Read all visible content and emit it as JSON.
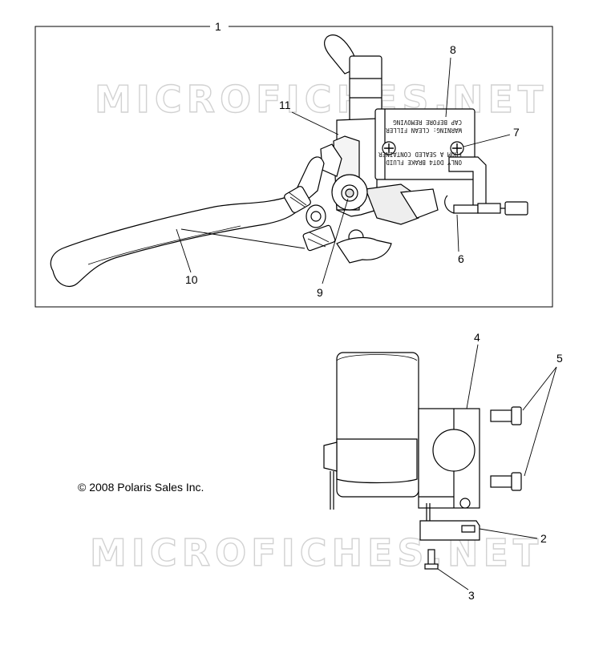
{
  "diagram": {
    "watermark": "MICROFICHES.NET",
    "copyright": "© 2008 Polaris Sales Inc.",
    "callouts": {
      "c1": "1",
      "c2": "2",
      "c3": "3",
      "c4": "4",
      "c5": "5",
      "c6": "6",
      "c7": "7",
      "c8": "8",
      "c9": "9",
      "c10": "10",
      "c11": "11"
    },
    "reservoir_label": {
      "line1": "ONLY DOT4 BRAKE FLUID",
      "line2": "FROM A SEALED CONTAINER",
      "line3": "WARNING: CLEAN FILLER",
      "line4": "CAP BEFORE REMOVING"
    }
  }
}
